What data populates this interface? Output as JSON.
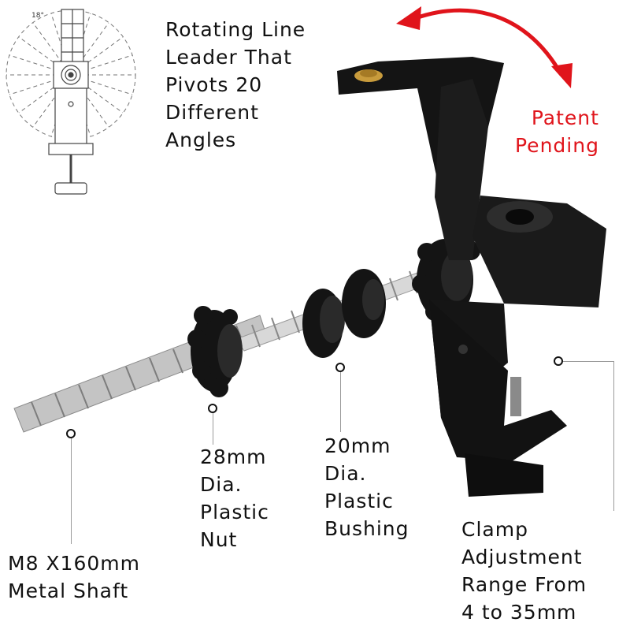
{
  "colors": {
    "accent_red": "#e0141b",
    "plastic_black": "#141414",
    "steel": "#b8b8b8",
    "brass": "#c89b3c"
  },
  "labels": {
    "rotating": [
      "Rotating Line",
      "Leader That",
      "Pivots 20",
      "Different",
      "Angles"
    ],
    "patent": [
      "Patent",
      "Pending"
    ],
    "nut": [
      "28mm",
      "Dia.",
      "Plastic",
      "Nut"
    ],
    "bushing": [
      "20mm",
      "Dia.",
      "Plastic",
      "Bushing"
    ],
    "shaft": [
      "M8 X160mm",
      "Metal Shaft"
    ],
    "clamp": [
      "Clamp",
      "Adjustment",
      "Range From",
      "4 to 35mm"
    ]
  },
  "diagram": {
    "angle_label": "18°"
  },
  "icons": [
    "rotation-arrow-icon"
  ]
}
